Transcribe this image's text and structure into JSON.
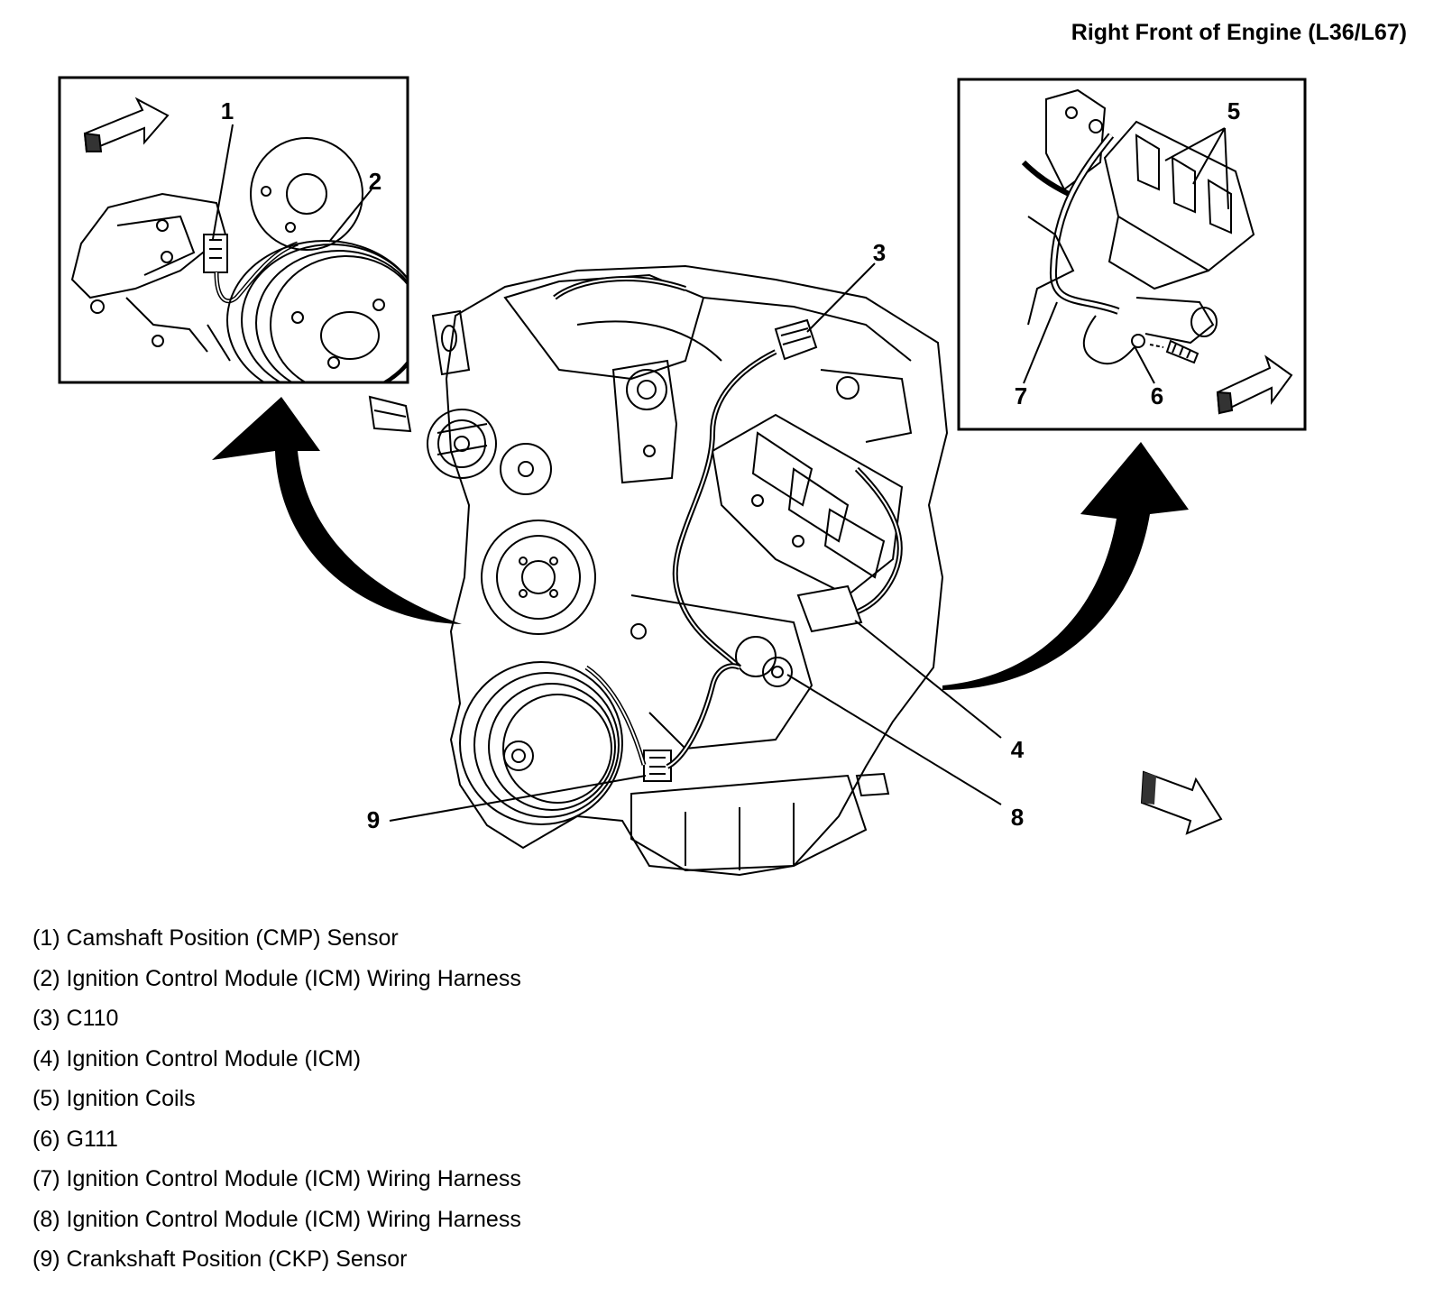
{
  "title": "Right Front of Engine (L36/L67)",
  "callouts": [
    "1",
    "2",
    "3",
    "4",
    "5",
    "6",
    "7",
    "8",
    "9"
  ],
  "legend": [
    "(1) Camshaft Position (CMP) Sensor",
    "(2) Ignition Control Module (ICM) Wiring Harness",
    "(3) C110",
    "(4) Ignition Control Module (ICM)",
    "(5) Ignition Coils",
    "(6) G111",
    "(7) Ignition Control Module (ICM) Wiring Harness",
    "(8) Ignition Control Module (ICM) Wiring Harness",
    "(9) Crankshaft Position (CKP) Sensor"
  ]
}
